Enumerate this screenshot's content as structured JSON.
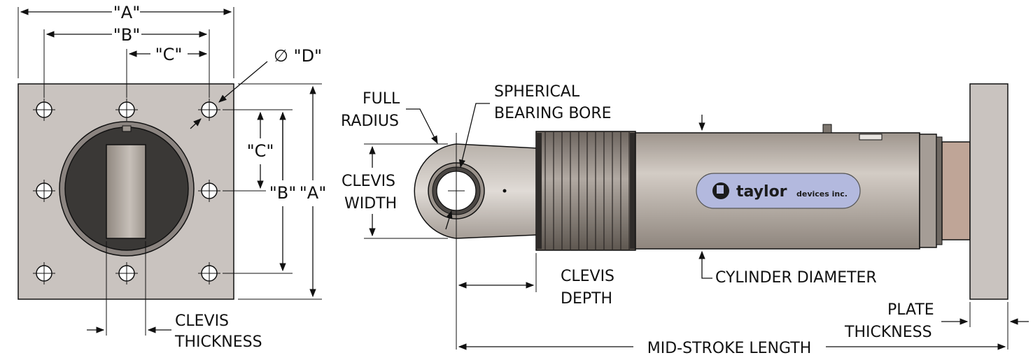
{
  "labels": {
    "a_top": "\"A\"",
    "b_top": "\"B\"",
    "c_top": "\"C\"",
    "d_dia": "∅ \"D\"",
    "c_side": "\"C\"",
    "b_side": "\"B\"",
    "a_side": "\"A\"",
    "clevis_thickness_1": "CLEVIS",
    "clevis_thickness_2": "THICKNESS",
    "full_radius_1": "FULL",
    "full_radius_2": "RADIUS",
    "spherical_1": "SPHERICAL",
    "spherical_2": "BEARING BORE",
    "clevis_width_1": "CLEVIS",
    "clevis_width_2": "WIDTH",
    "clevis_depth_1": "CLEVIS",
    "clevis_depth_2": "DEPTH",
    "cylinder_diameter": "CYLINDER DIAMETER",
    "plate_thickness_1": "PLATE",
    "plate_thickness_2": "THICKNESS",
    "mid_stroke_length": "MID-STROKE LENGTH"
  },
  "logo": {
    "brand": "taylor",
    "suffix": "devices inc."
  },
  "colors": {
    "plate": "#c9c3bf",
    "cylinder": "#b9b2aa",
    "bellows": "#8f8780",
    "dark_ring": "#3a3836",
    "logo_bg": "#b3b9de",
    "line": "#111111"
  }
}
